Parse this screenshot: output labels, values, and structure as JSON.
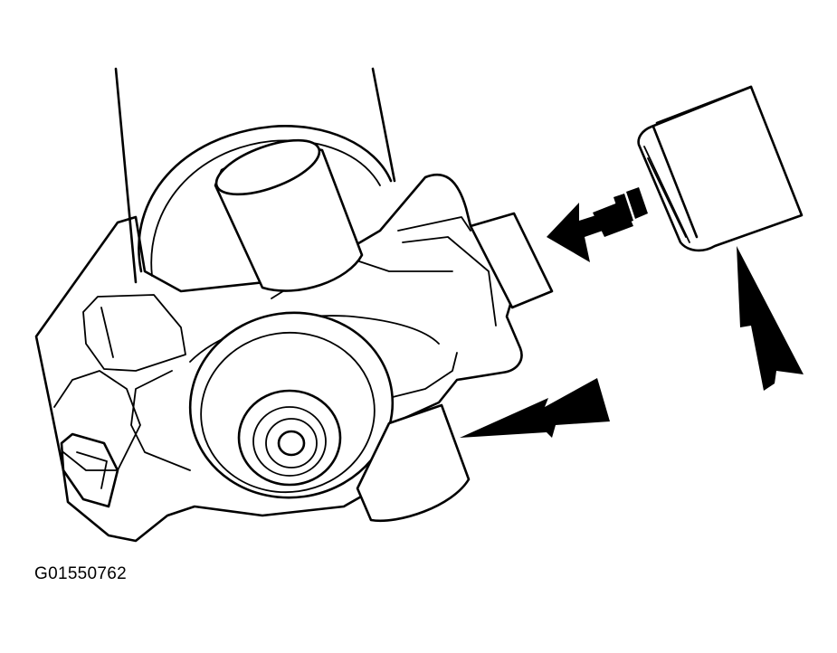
{
  "figure": {
    "code": "G01550762",
    "parts": [
      "brake-caliper-body",
      "caliper-piston-bore",
      "caliper-bleeder-port",
      "caliper-mounting-bracket",
      "brake-piston"
    ],
    "arrows": [
      "piston-insertion-arrow",
      "piston-push-arrow",
      "caliper-port-arrow"
    ]
  }
}
